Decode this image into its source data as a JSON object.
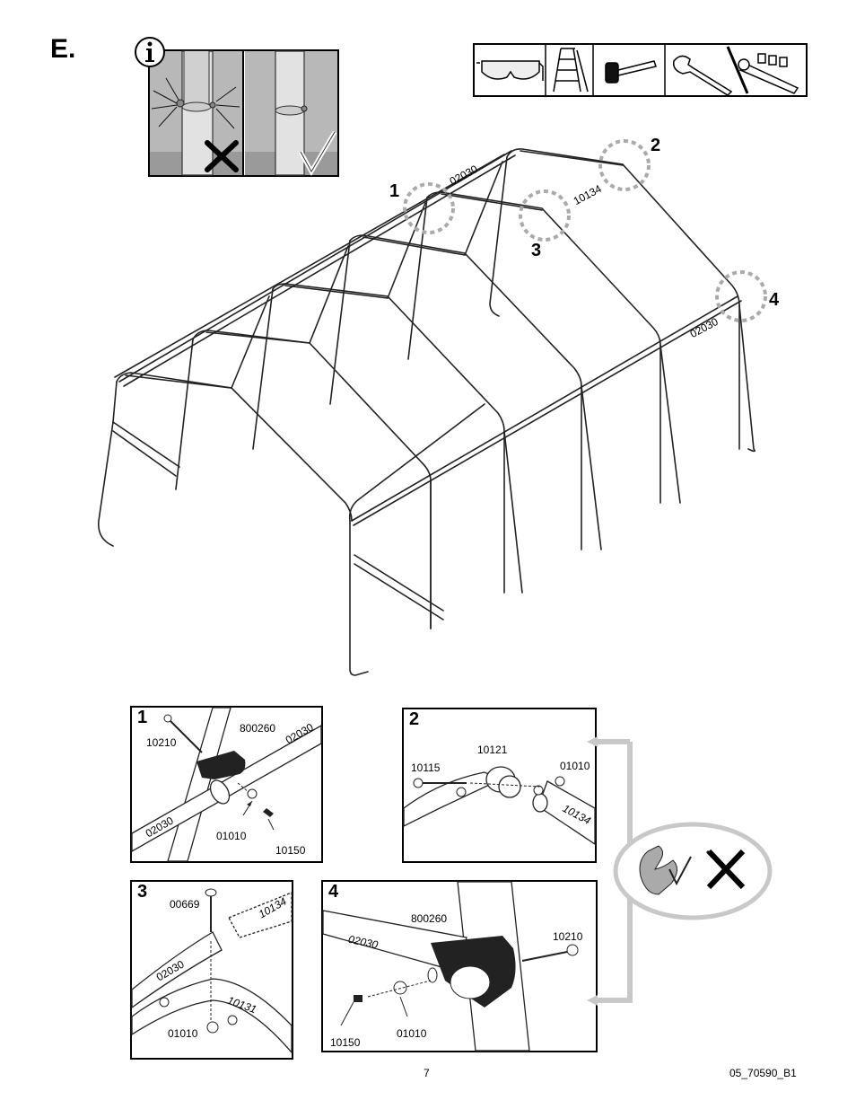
{
  "step": {
    "letter": "E."
  },
  "callouts": [
    "1",
    "2",
    "3",
    "4"
  ],
  "frame_labels": {
    "top_pipe_a": "02030",
    "ridge_pipe": "10134",
    "side_pipe_b": "02030"
  },
  "panel1": {
    "num": "1",
    "bolt": "10210",
    "bracket": "800260",
    "pipe_top": "02030",
    "pipe_bottom": "02030",
    "nut": "01010",
    "cap": "10150"
  },
  "panel2": {
    "num": "2",
    "bolt": "10115",
    "connector": "10121",
    "nut": "01010",
    "pipe": "10134"
  },
  "panel3": {
    "num": "3",
    "bolt": "00669",
    "pipe_ridge": "10134",
    "pipe": "02030",
    "elbow": "10131",
    "nut": "01010"
  },
  "panel4": {
    "num": "4",
    "bracket": "800260",
    "pipe": "02030",
    "bolt": "10210",
    "cap": "10150",
    "nut": "01010"
  },
  "tools": [
    "safety-glasses",
    "step-ladder",
    "rubber-mallet",
    "adjustable-wrench",
    "socket-wrench"
  ],
  "footer": {
    "page": "7",
    "doc_id": "05_70590_B1"
  }
}
